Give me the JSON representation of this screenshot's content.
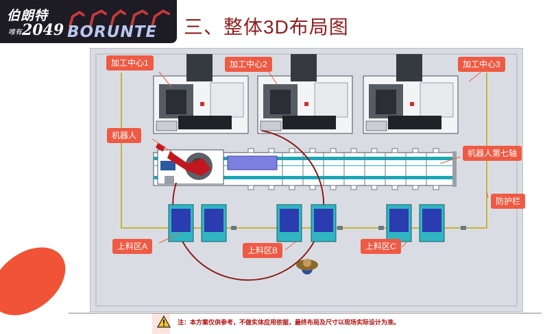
{
  "header": {
    "logo_script_line1": "伯朗特",
    "logo_script_line2": "唯有",
    "logo_script_line3": "2049",
    "brand_name": "BORUNTE",
    "title": "三、整体3D布局图"
  },
  "layout_labels": {
    "cnc1": "加工中心1",
    "cnc2": "加工中心2",
    "cnc3": "加工中心3",
    "robot": "机器人",
    "seventh_axis": "机器人第七轴",
    "fence": "防护栏",
    "feed_a": "上料区A",
    "feed_b": "上料区B",
    "feed_c": "上料区C"
  },
  "footer": {
    "note": "注：本方案仅供参考，不做实体应用依据，最终布局及尺寸以现场实际设计为准。"
  },
  "colors": {
    "title": "#8f1d1d",
    "callout": "#ef5a44",
    "track": "#1aa8b8",
    "robot": "#c0181e",
    "frame_bg": "#d9dde3"
  },
  "icons": {
    "warning": "warning-triangle-icon",
    "operator": "operator-figure-icon"
  }
}
